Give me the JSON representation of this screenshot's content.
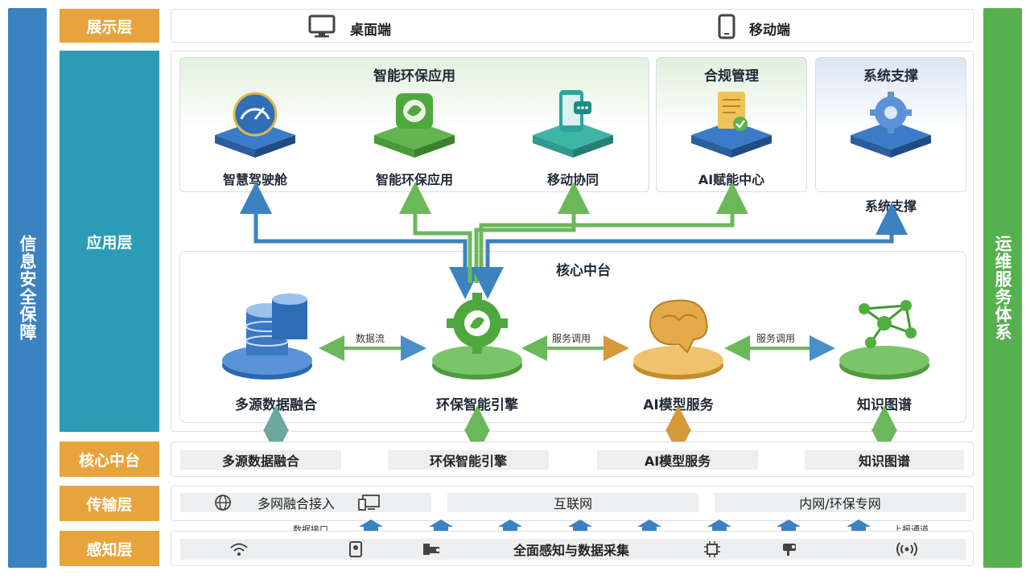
{
  "sidebars": {
    "left": "信息安全保障",
    "right": "运维服务体系"
  },
  "layers": {
    "display": "展示层",
    "application": "应用层",
    "core": "核心中台",
    "transport": "传输层",
    "perception": "感知层"
  },
  "display": {
    "desktop": "桌面端",
    "mobile": "移动端"
  },
  "application": {
    "groups": [
      {
        "title": "智能环保应用",
        "items": [
          "智慧驾驶舱",
          "智能环保应用",
          "移动协同"
        ]
      },
      {
        "title": "合规管理",
        "items": [
          "AI赋能中心"
        ]
      },
      {
        "title": "系统支撑",
        "items": [
          "系统支撑"
        ]
      }
    ]
  },
  "core_platform": {
    "title": "核心中台",
    "modules": [
      "多源数据融合",
      "环保智能引擎",
      "AI模型服务",
      "知识图谱"
    ],
    "flows": [
      "数据流",
      "服务调用",
      "服务调用"
    ]
  },
  "core_strip": [
    "多源数据融合",
    "环保智能引擎",
    "AI模型服务",
    "知识图谱"
  ],
  "transport": {
    "access": "多网融合接入",
    "internet": "互联网",
    "intranet": "内网/环保专网"
  },
  "perception": {
    "label": "全面感知与数据采集",
    "left_note": "数据接口",
    "right_note": "上报通道"
  },
  "icons": [
    "monitor-icon",
    "phone-icon",
    "gauge-icon",
    "leaf-icon",
    "mobile-chat-icon",
    "document-check-icon",
    "gear-icon",
    "database-icon",
    "eco-gear-icon",
    "brain-icon",
    "network-icon",
    "globe-icon",
    "devices-icon",
    "wifi-icon",
    "sensor-icon",
    "camera-icon",
    "chip-icon",
    "radio-icon"
  ],
  "colors": {
    "blue": "#3b82c0",
    "green": "#57b04f",
    "orange": "#e8a43c",
    "teal": "#2b9cb4"
  }
}
